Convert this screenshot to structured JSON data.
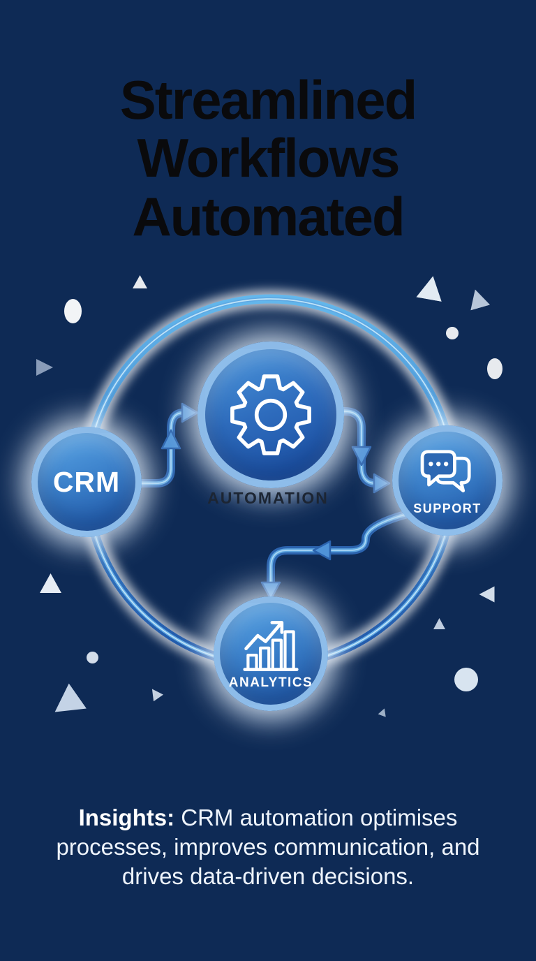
{
  "title": {
    "line1": "Streamlined",
    "line2": "Workflows",
    "line3": "Automated"
  },
  "diagram": {
    "nodes": {
      "crm": {
        "label": "CRM"
      },
      "automation": {
        "label": "AUTOMATION",
        "icon": "gear-icon"
      },
      "support": {
        "label": "SUPPORT",
        "icon": "chat-bubbles-icon"
      },
      "analytics": {
        "label": "ANALYTICS",
        "icon": "bar-chart-growth-icon"
      }
    },
    "arrows": [
      {
        "from": "crm",
        "to": "automation"
      },
      {
        "from": "automation",
        "to": "support"
      },
      {
        "from": "support",
        "to": "analytics"
      }
    ]
  },
  "insight": {
    "lead": "Insights:",
    "body": "CRM automation optimises processes, improves communication, and drives data-driven decisions."
  },
  "colors": {
    "node_blue_light": "#5ca8e7",
    "node_blue_dark": "#1d55a6",
    "halo_blue": "#92c0eb",
    "ring_blue": "#2263ae",
    "arrow_fill": "#4f93d8",
    "background_bottom": "#1c4ca2",
    "title_text": "#0a0a0c",
    "automation_label_text": "#1c2533",
    "insight_text": "#eef4fc"
  }
}
